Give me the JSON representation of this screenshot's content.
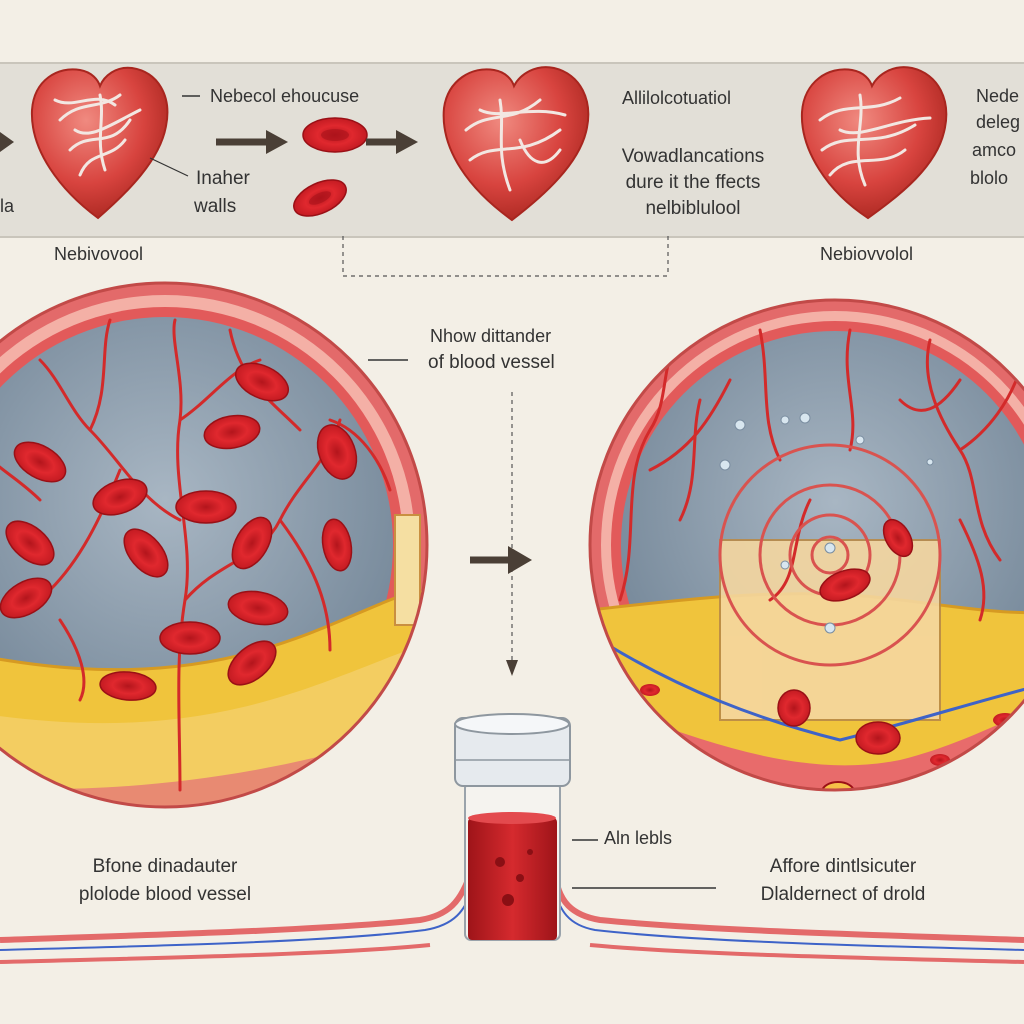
{
  "top_band": {
    "edge_text": "la",
    "label_1": "Nebecol ehoucuse",
    "label_2_line1": "Inaher",
    "label_2_line2": "walls",
    "label_3": "Allilolcotuatiol",
    "label_4_line1": "Vowadlancations",
    "label_4_line2": "dure it the ffects",
    "label_4_line3": "nelbiblulool",
    "label_5_line1": "Nede",
    "label_5_line2": "deleg",
    "label_5_line3": "amco",
    "label_5_line4": "blolo"
  },
  "headings": {
    "left": "Nebivovool",
    "right": "Nebiovvolol"
  },
  "center": {
    "callout_line1": "Nhow dittander",
    "callout_line2": "of blood vessel",
    "vial_label": "Aln lebls"
  },
  "captions": {
    "left_line1": "Bfone dinadauter",
    "left_line2": "plolode blood vessel",
    "right_line1": "Affore dintlsicuter",
    "right_line2": "Dlaldernect of drold"
  },
  "colors": {
    "background": "#f3efe6",
    "band": "#e2dfd7",
    "heart": "#d8443f",
    "blood": "#d9232b",
    "vessel_wall": "#e36a6a",
    "vessel_inner": "#8597a8",
    "fat": "#f0c43c",
    "arrow": "#4a3f36"
  }
}
